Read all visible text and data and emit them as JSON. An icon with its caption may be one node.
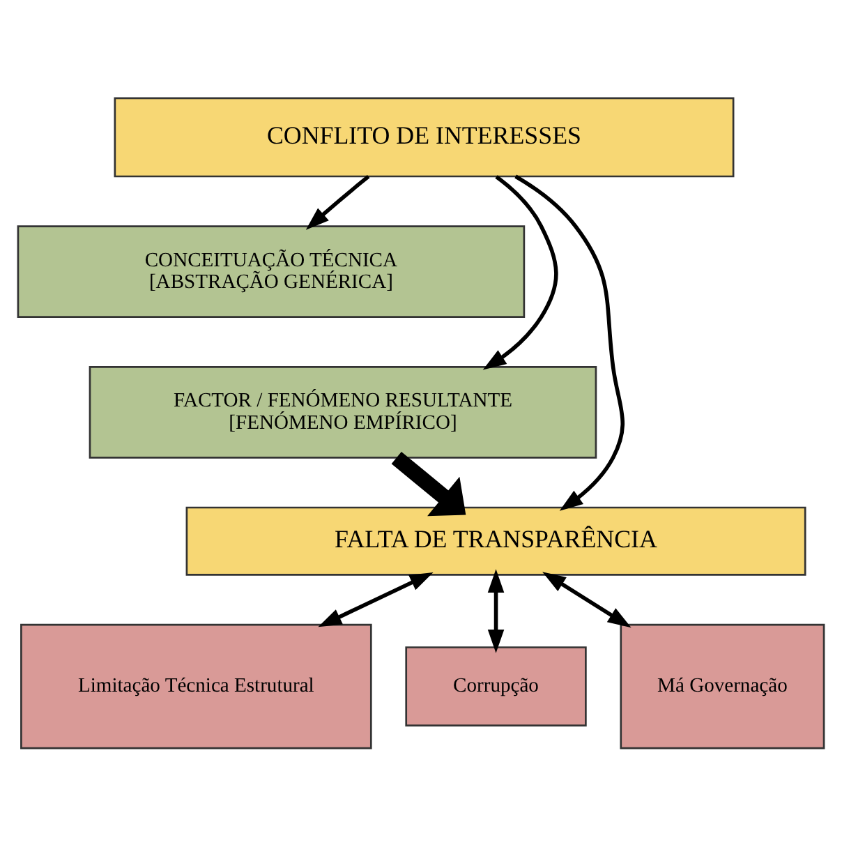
{
  "diagram": {
    "nodes": [
      {
        "text": [
          "CONFLITO DE INTERESSES"
        ]
      },
      {
        "text": [
          "CONCEITUAÇÃO TÉCNICA",
          "[ABSTRAÇÃO GENÉRICA]"
        ]
      },
      {
        "text": [
          "FACTOR / FENÓMENO RESULTANTE",
          "[FENÓMENO EMPÍRICO]"
        ]
      },
      {
        "text": [
          "FALTA DE TRANSPARÊNCIA"
        ]
      },
      {
        "text": [
          "Limitação Técnica Estrutural"
        ]
      },
      {
        "text": [
          "Corrupção"
        ]
      },
      {
        "text": [
          "Má Governação"
        ]
      }
    ],
    "edges": [
      {
        "from": 0,
        "to": 1,
        "arrow": "to"
      },
      {
        "from": 0,
        "to": 2,
        "arrow": "to"
      },
      {
        "from": 0,
        "to": 3,
        "arrow": "to"
      },
      {
        "from": 2,
        "to": 3,
        "arrow": "to",
        "style": "thick"
      },
      {
        "from": 3,
        "to": 4,
        "arrow": "both"
      },
      {
        "from": 3,
        "to": 5,
        "arrow": "both"
      },
      {
        "from": 3,
        "to": 6,
        "arrow": "both"
      }
    ]
  }
}
